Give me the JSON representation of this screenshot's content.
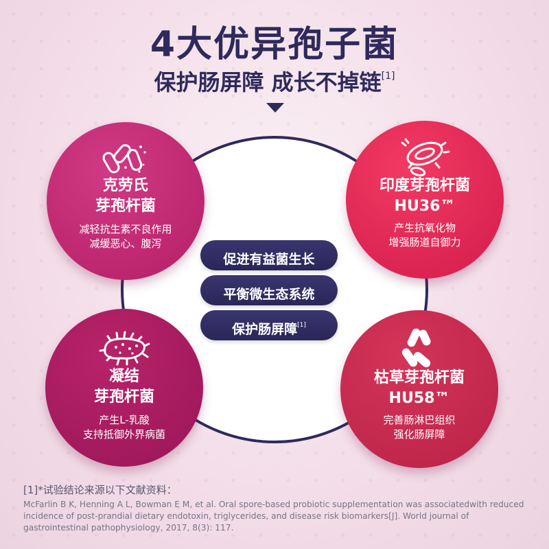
{
  "header": {
    "title": "4大优异孢子菌",
    "subtitle": "保护肠屏障 成长不掉链",
    "subtitle_ref": "[1]"
  },
  "center": {
    "pills": [
      {
        "label": "促进有益菌生长",
        "ref": ""
      },
      {
        "label": "平衡微生态系统",
        "ref": ""
      },
      {
        "label": "保护肠屏障",
        "ref": "[1]"
      }
    ]
  },
  "strains": [
    {
      "name_line1": "克劳氏",
      "name_line2": "芽孢杆菌",
      "desc_line1": "减轻抗生素不良作用",
      "desc_line2": "减缓恶心、腹泻",
      "icon": "bacteria-chain-icon"
    },
    {
      "name_line1": "印度芽孢杆菌",
      "name_line2": "HU36™",
      "desc_line1": "产生抗氧化物",
      "desc_line2": "增强肠道自御力",
      "icon": "oval-bacterium-icon"
    },
    {
      "name_line1": "凝结",
      "name_line2": "芽孢杆菌",
      "desc_line1": "产生L-乳酸",
      "desc_line2": "支持抵御外界病菌",
      "icon": "spiky-bacterium-icon"
    },
    {
      "name_line1": "枯草芽孢杆菌",
      "name_line2": "HU58™",
      "desc_line1": "完善肠淋巴组织",
      "desc_line2": "强化肠屏障",
      "icon": "rod-bacteria-icon"
    }
  ],
  "footnote": {
    "title": "[1]*试验结论来源以下文献资料：",
    "body": "McFarlin B K, Henning A L, Bowman E M, et al. Oral spore-based probiotic supplementation was associatedwith reduced incidence of post-prandial dietary endotoxin, triglycerides, and disease risk biomarkers[J]. World journal of gastrointestinal pathophysiology, 2017, 8(3): 117."
  },
  "colors": {
    "navy": "#2f2a5c",
    "blob1": "#c12a73",
    "blob2": "#e52a57",
    "blob3": "#a81b5f",
    "blob4": "#c62b50"
  }
}
